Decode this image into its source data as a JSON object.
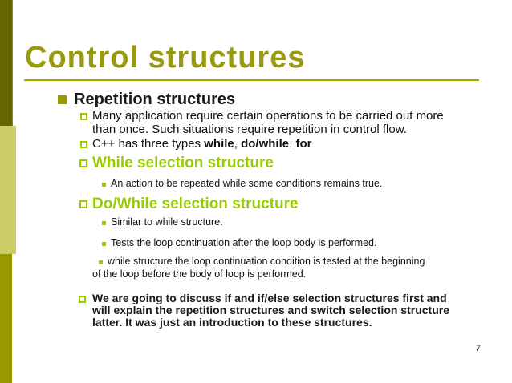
{
  "slide": {
    "title": "Control structures",
    "page_number": "7"
  },
  "colors": {
    "title_olive": "#9A9A10",
    "bar_dark_olive": "#666600",
    "bar_light_olive": "#CCCC66",
    "bar_olive": "#999900",
    "accent_green": "#99CC00",
    "text_black": "#111111"
  },
  "content": {
    "heading1": "Repetition structures",
    "b1": {
      "lines": [
        "Many application require certain operations to be carried out more",
        "than once. Such situations require repetition in control flow."
      ]
    },
    "b2": {
      "prefix": "C++ has three types ",
      "bold1": "while",
      "sep1": ", ",
      "bold2": "do/while",
      "sep2": ", ",
      "bold3": "for"
    },
    "h_while": "While selection structure",
    "s1": "An action to be repeated while some conditions remains true.",
    "h_dowhile": "Do/While selection structure",
    "s2": "Similar to while structure.",
    "s3": "Tests the loop continuation after the loop body is performed.",
    "s4": {
      "first": "while structure the loop continuation condition is tested at the beginning",
      "rest": "of the loop before the body of loop is performed."
    },
    "final": {
      "lines": [
        "We are going to discuss if and if/else selection structures first and",
        "will explain the repetition structures and switch selection structure",
        "latter. It was just an introduction to these structures."
      ]
    }
  }
}
